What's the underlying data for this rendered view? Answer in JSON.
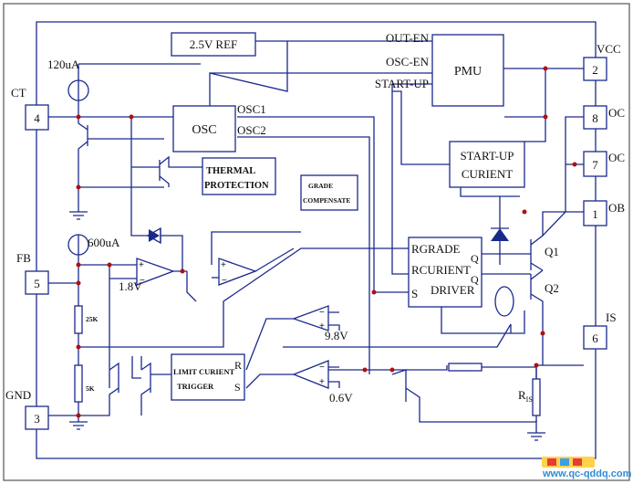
{
  "pins": [
    {
      "num": "4",
      "label": "CT"
    },
    {
      "num": "5",
      "label": "FB"
    },
    {
      "num": "3",
      "label": "GND"
    },
    {
      "num": "2",
      "label": "VCC"
    },
    {
      "num": "8",
      "label": "OC"
    },
    {
      "num": "7",
      "label": "OC"
    },
    {
      "num": "1",
      "label": "OB"
    },
    {
      "num": "6",
      "label": "IS"
    }
  ],
  "blocks": {
    "ref": "2.5V  REF",
    "pmu": "PMU",
    "osc": "OSC",
    "thermal_1": "THERMAL",
    "thermal_2": "PROTECTION",
    "grade_comp_1": "GRADE",
    "grade_comp_2": "COMPENSATE",
    "startup_1": "START-UP",
    "startup_2": "CURIENT",
    "driver_in_1": "RGRADE",
    "driver_in_2": "RCURIENT",
    "driver_in_3": "S",
    "driver": "DRIVER",
    "driver_q1": "Q",
    "driver_q2": "Q",
    "limit_1": "LIMIT CURIENT",
    "limit_2": "TRIGGER",
    "limit_r": "R",
    "limit_s": "S"
  },
  "signals": {
    "out_en": "OUT-EN",
    "osc_en": "OSC-EN",
    "start_up": "START-UP",
    "osc1": "OSC1",
    "osc2": "OSC2",
    "q1": "Q1",
    "q2": "Q2"
  },
  "values": {
    "i_ct": "120uA",
    "i_fb": "600uA",
    "v_ea": "1.8V",
    "v_comp1": "9.8V",
    "v_comp2": "0.6V",
    "r_top": "25K",
    "r_bot": "5K",
    "r_is": "R",
    "r_is_sub": "IS"
  },
  "watermark": "www.qc-qddq.com"
}
